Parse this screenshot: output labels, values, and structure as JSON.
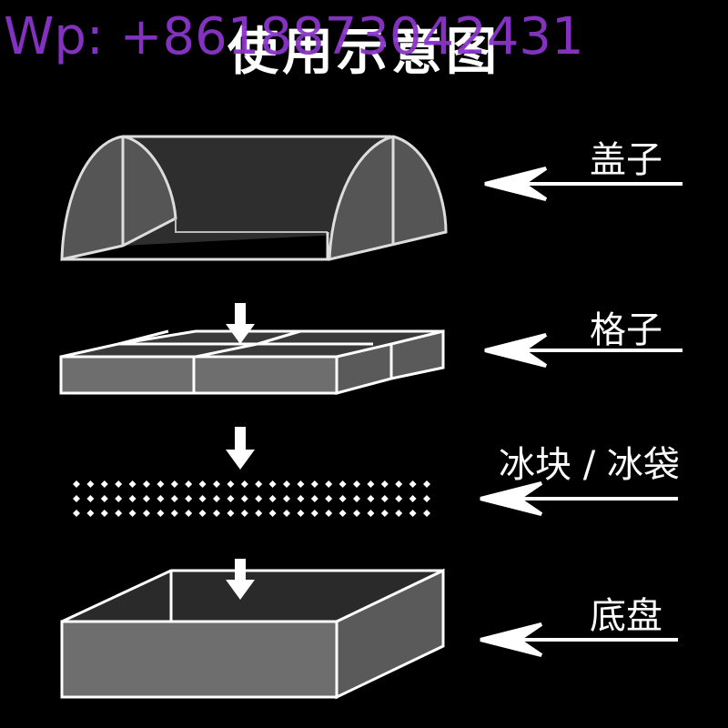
{
  "title": "使用示意图",
  "watermark": "Wp: +8618873042431",
  "labels": {
    "lid": "盖子",
    "grid": "格子",
    "ice": "冰块 / 冰袋",
    "tray": "底盘"
  },
  "colors": {
    "background": "#000000",
    "stroke": "#ffffff",
    "watermark": "#8a35c9",
    "panel_fill": "#6e6e6e",
    "panel_dark": "#3a3a3a"
  }
}
